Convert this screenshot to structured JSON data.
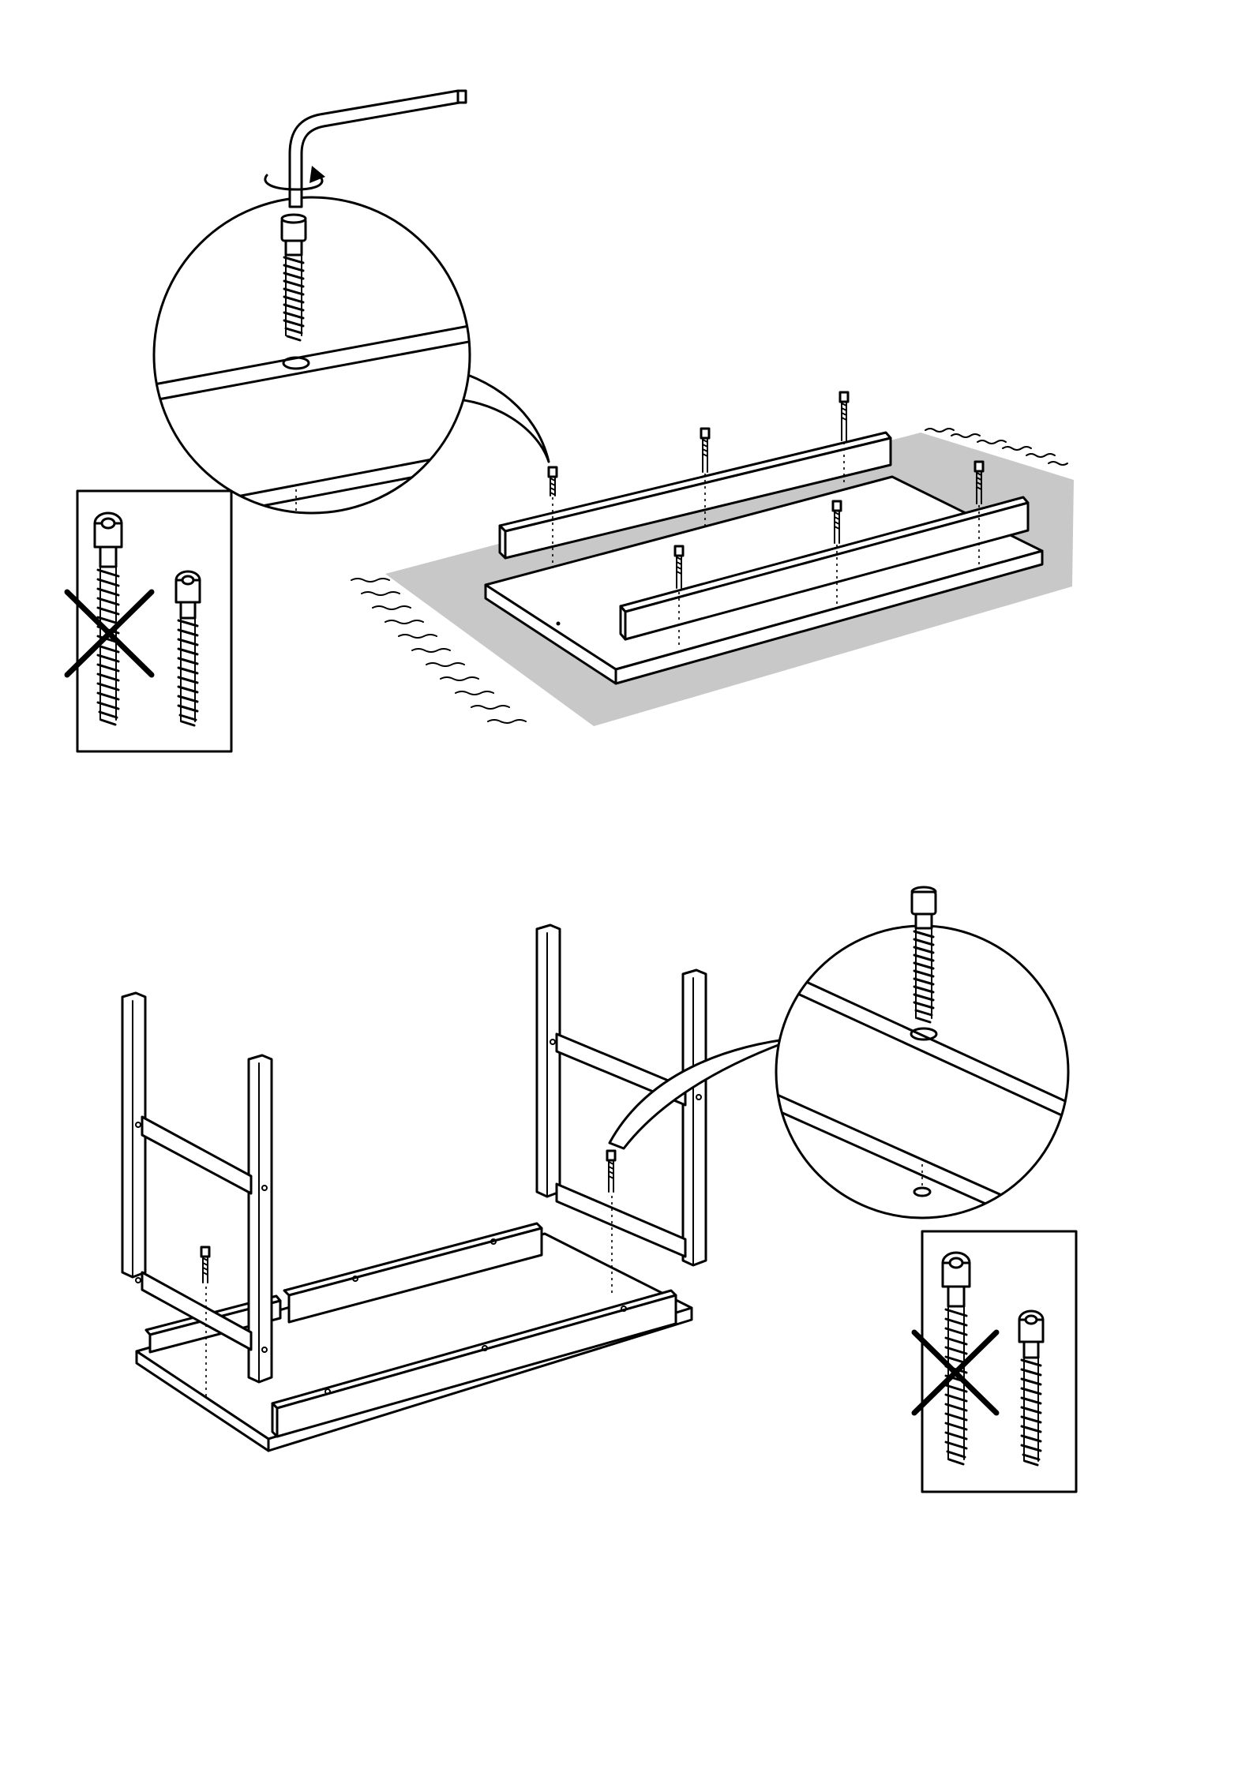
{
  "document": {
    "type": "assembly-instructions",
    "steps": [
      {
        "id": "step-upper",
        "description_icons": [
          "allen-key-icon",
          "rotate-arrow-icon",
          "screw-icon"
        ],
        "screws_count": 6,
        "rails_count": 2
      },
      {
        "id": "step-lower",
        "description_icons": [
          "screw-icon"
        ],
        "screws_count": 2,
        "leg_frames_count": 2
      }
    ],
    "callouts": [
      {
        "id": "upper-screw-comparison",
        "wrong_icon": "cross-icon"
      },
      {
        "id": "lower-screw-comparison",
        "wrong_icon": "cross-icon"
      }
    ],
    "colors": {
      "line": "#000000",
      "rug": "#c8c8c8",
      "background": "#ffffff"
    }
  }
}
